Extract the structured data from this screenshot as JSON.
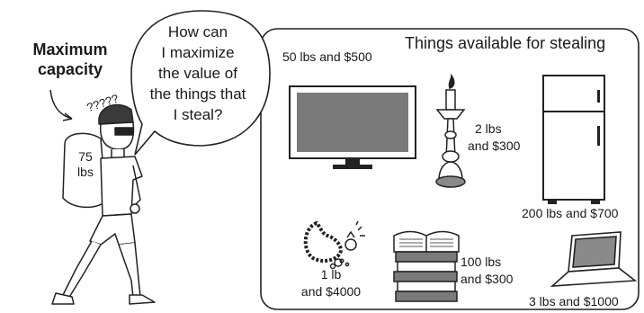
{
  "thief": {
    "title_lines": [
      "Maximum",
      "capacity"
    ],
    "question_marks": "?????",
    "bag_weight_lines": [
      "75",
      "lbs"
    ]
  },
  "thought": {
    "lines": [
      "How can",
      "I maximize",
      "the value of",
      "the things that",
      "I steal?"
    ]
  },
  "panel": {
    "title": "Things available for stealing"
  },
  "items": {
    "tv": "50 lbs and $500",
    "candle": [
      "2 lbs",
      "and $300"
    ],
    "fridge": "200 lbs and $700",
    "necklace": [
      "1 lb",
      "and $4000"
    ],
    "books": [
      "100 lbs",
      "and $300"
    ],
    "laptop": "3 lbs and $1000"
  }
}
